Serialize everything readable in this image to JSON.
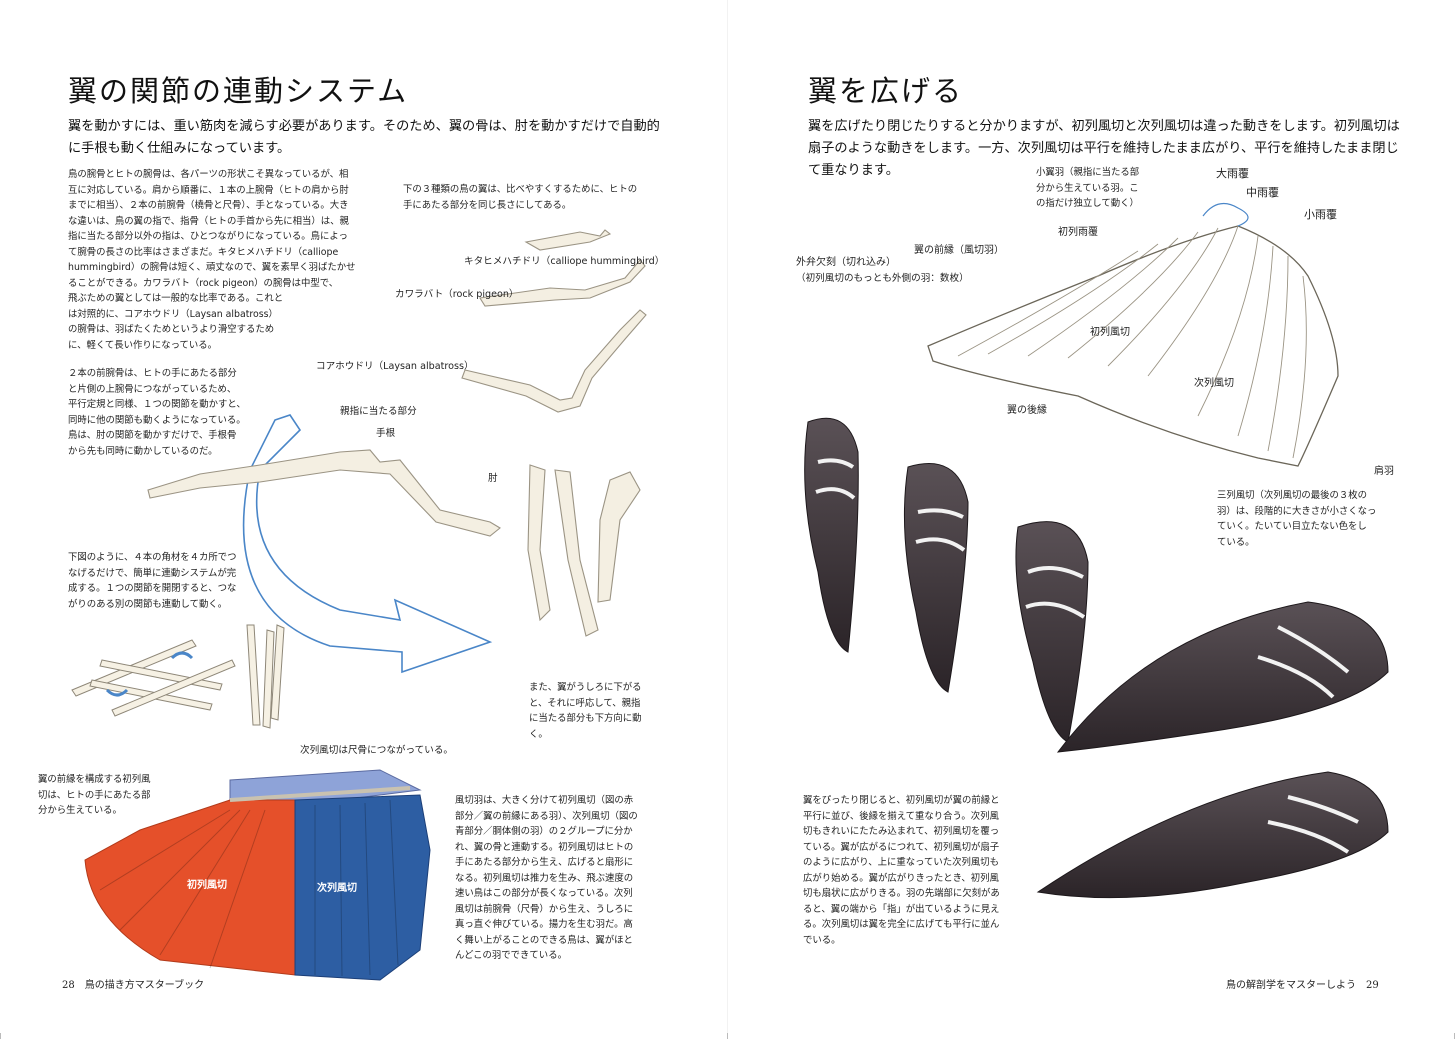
{
  "left": {
    "title": "翼の関節の連動システム",
    "lead": [
      "翼を動かすには、重い筋肉を減らす必要があります。そのため、翼の骨は、肘を動かすだけで自動的",
      "に手根も動く仕組みになっています。"
    ],
    "note_bones": [
      "鳥の腕骨とヒトの腕骨は、各パーツの形状こそ異なっているが、相",
      "互に対応している。肩から順番に、１本の上腕骨（ヒトの肩から肘",
      "までに相当）、２本の前腕骨（橈骨と尺骨）、手となっている。大き",
      "な違いは、鳥の翼の指で、指骨（ヒトの手首から先に相当）は、親",
      "指に当たる部分以外の指は、ひとつながりになっている。鳥によっ",
      "て腕骨の長さの比率はさまざまだ。キタヒメハチドリ（calliope",
      "hummingbird）の腕骨は短く、頑丈なので、翼を素早く羽ばたかせ",
      "ることができる。カワラバト（rock pigeon）の腕骨は中型で、",
      "飛ぶための翼としては一般的な比率である。これと",
      "は対照的に、コアホウドリ（Laysan albatross）",
      "の腕骨は、羽ばたくためというより滑空するため",
      "に、軽くて長い作りになっている。"
    ],
    "note_compare": [
      "下の３種類の鳥の翼は、比べやすくするために、ヒトの",
      "手にあたる部分を同じ長さにしてある。"
    ],
    "label_hummingbird": "キタヒメハチドリ（calliope hummingbird）",
    "label_pigeon": "カワラバト（rock pigeon）",
    "label_albatross": "コアホウドリ（Laysan albatross）",
    "note_forearm": [
      "２本の前腕骨は、ヒトの手にあたる部分",
      "と片側の上腕骨につながっているため、",
      "平行定規と同様、１つの関節を動かすと、",
      "同時に他の関節も動くようになっている。",
      "鳥は、肘の関節を動かすだけで、手根骨",
      "から先も同時に動かしているのだ。"
    ],
    "label_thumb": "親指に当たる部分",
    "label_carpus": "手根",
    "label_elbow": "肘",
    "note_linkage": [
      "下図のように、４本の角材を４カ所でつ",
      "なげるだけで、簡単に連動システムが完",
      "成する。１つの関節を開閉すると、つな",
      "がりのある別の関節も連動して動く。"
    ],
    "note_thumb_down": [
      "また、翼がうしろに下がる",
      "と、それに呼応して、親指",
      "に当たる部分も下方向に動",
      "く。"
    ],
    "label_secondaries_ulna": "次列風切は尺骨につながっている。",
    "note_primaries_front": [
      "翼の前縁を構成する初列風",
      "切は、ヒトの手にあたる部",
      "分から生えている。"
    ],
    "label_primaries": "初列風切",
    "label_secondaries": "次列風切",
    "note_flight_feathers": [
      "風切羽は、大きく分けて初列風切（図の赤",
      "部分／翼の前縁にある羽）、次列風切（図の",
      "青部分／胴体側の羽）の２グループに分か",
      "れ、翼の骨と連動する。初列風切はヒトの",
      "手にあたる部分から生え、広げると扇形に",
      "なる。初列風切は推力を生み、飛ぶ速度の",
      "速い鳥はこの部分が長くなっている。次列",
      "風切は前腕骨（尺骨）から生え、うしろに",
      "真っ直ぐ伸びている。揚力を生む羽だ。高",
      "く舞い上がることのできる鳥は、翼がほと",
      "んどこの羽でできている。"
    ],
    "page_number": "28",
    "running_head": "鳥の描き方マスターブック"
  },
  "right": {
    "title": "翼を広げる",
    "lead": [
      "翼を広げたり閉じたりすると分かりますが、初列風切と次列風切は違った動きをします。初列風切は",
      "扇子のような動きをします。一方、次列風切は平行を維持したまま広がり、平行を維持したまま閉じ",
      "て重なります。"
    ],
    "note_alula": [
      "小翼羽（親指に当たる部",
      "分から生えている羽。こ",
      "の指だけ独立して動く）"
    ],
    "label_greater_coverts": "大雨覆",
    "label_median_coverts": "中雨覆",
    "label_lesser_coverts": "小雨覆",
    "label_primary_coverts": "初列雨覆",
    "label_leading_edge": "翼の前縁（風切羽）",
    "label_emargination": "外弁欠刻（切れ込み）",
    "label_emargination_sub": "（初列風切のもっとも外側の羽：数枚）",
    "label_primaries": "初列風切",
    "label_secondaries": "次列風切",
    "label_trailing_edge": "翼の後縁",
    "label_scapulars": "肩羽",
    "note_tertials": [
      "三列風切（次列風切の最後の３枚の",
      "羽）は、段階的に大きさが小さくなっ",
      "ていく。たいてい目立たない色をし",
      "ている。"
    ],
    "note_folding": [
      "翼をぴったり閉じると、初列風切が翼の前縁と",
      "平行に並び、後縁を揃えて重なり合う。次列風",
      "切もきれいにたたみ込まれて、初列風切を覆っ",
      "ている。翼が広がるにつれて、初列風切が扇子",
      "のように広がり、上に重なっていた次列風切も",
      "広がり始める。翼が広がりきったとき、初列風",
      "切も扇状に広がりきる。羽の先端部に欠刻があ",
      "ると、翼の端から「指」が出ているように見え",
      "る。次列風切は翼を完全に広げても平行に並ん",
      "でいる。"
    ],
    "running_head": "鳥の解剖学をマスターしよう",
    "page_number": "29"
  },
  "colors": {
    "primaries_red": "#e5502a",
    "secondaries_blue": "#2d5ea3",
    "arrow_blue": "#4a86c8",
    "dark_wing": "#3a3236"
  }
}
